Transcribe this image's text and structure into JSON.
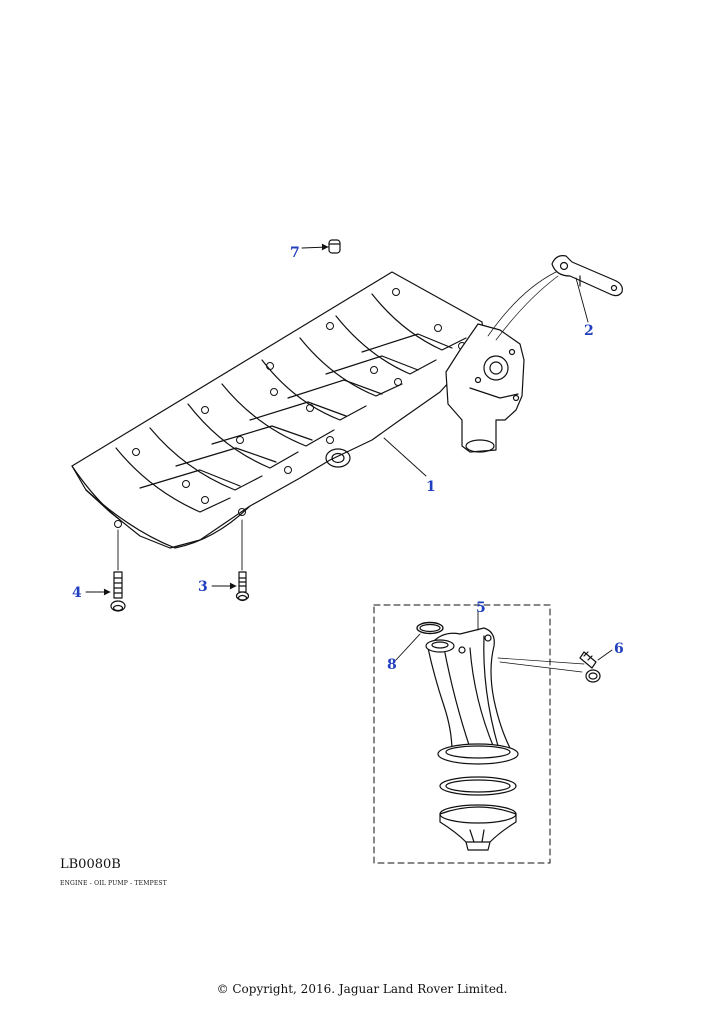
{
  "diagram": {
    "code": "LB0080B",
    "caption": "ENGINE - OIL PUMP - TEMPEST",
    "copyright": "© Copyright, 2016. Jaguar Land Rover Limited.",
    "callouts": [
      "1",
      "2",
      "3",
      "4",
      "5",
      "6",
      "7",
      "8"
    ],
    "accent_color": "#1f3fbf"
  }
}
